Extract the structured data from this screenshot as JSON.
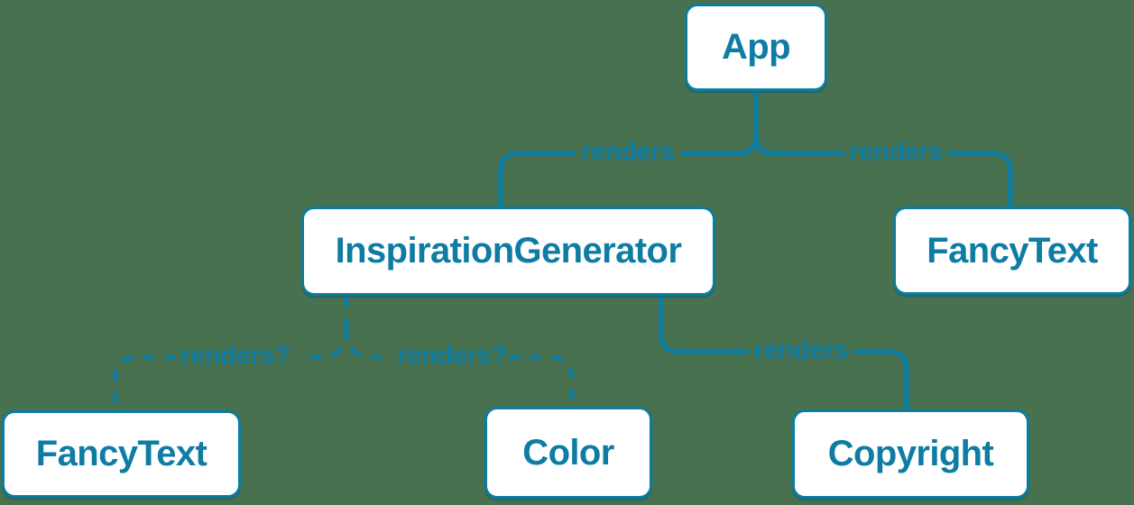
{
  "diagram": {
    "title": "react-render-tree",
    "colors": {
      "background": "#47714f",
      "accent_blue": "#0d7da2",
      "node_fill": "#ffffff"
    },
    "nodes": [
      {
        "id": "app",
        "label": "App"
      },
      {
        "id": "inspiration-generator",
        "label": "InspirationGenerator"
      },
      {
        "id": "fancy-text-top",
        "label": "FancyText"
      },
      {
        "id": "fancy-text-bottom",
        "label": "FancyText"
      },
      {
        "id": "color",
        "label": "Color"
      },
      {
        "id": "copyright",
        "label": "Copyright"
      }
    ],
    "edges": [
      {
        "from": "App",
        "to": "InspirationGenerator",
        "label": "renders",
        "style": "solid"
      },
      {
        "from": "App",
        "to": "FancyText",
        "label": "renders",
        "style": "solid"
      },
      {
        "from": "InspirationGenerator",
        "to": "Copyright",
        "label": "renders",
        "style": "solid"
      },
      {
        "from": "InspirationGenerator",
        "to": "FancyText",
        "label": "renders?",
        "style": "dashed"
      },
      {
        "from": "InspirationGenerator",
        "to": "Color",
        "label": "renders?",
        "style": "dashed"
      }
    ]
  }
}
